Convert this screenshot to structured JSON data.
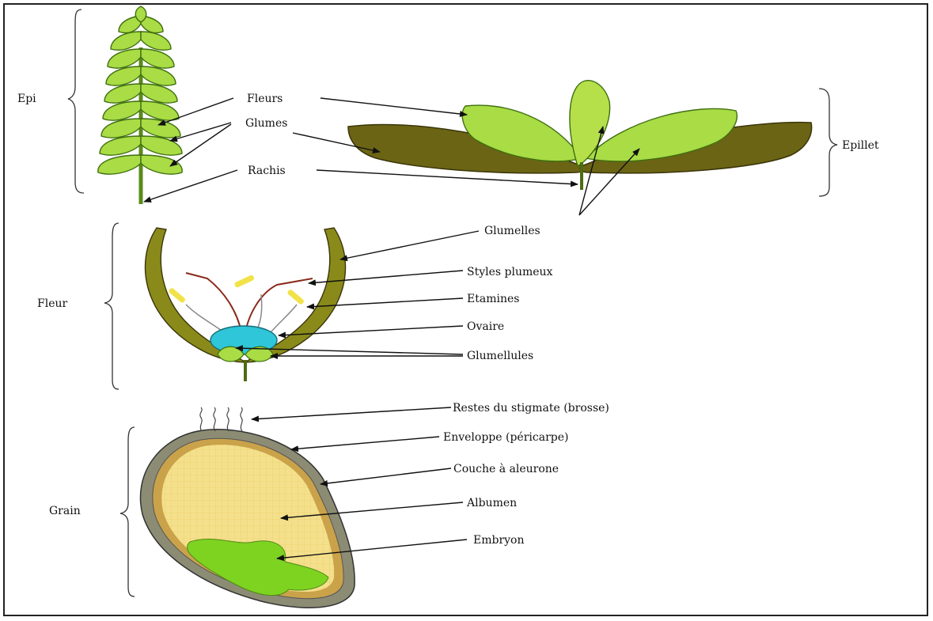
{
  "sections": {
    "epi": "Epi",
    "epillet": "Epillet",
    "fleur": "Fleur",
    "grain": "Grain"
  },
  "labels": {
    "fleurs": "Fleurs",
    "glumes": "Glumes",
    "rachis": "Rachis",
    "glumelles": "Glumelles",
    "styles_plumeux": "Styles plumeux",
    "etamines": "Etamines",
    "ovaire": "Ovaire",
    "glumellules": "Glumellules",
    "restes_stigmate": "Restes du stigmate (brosse)",
    "enveloppe": "Enveloppe (péricarpe)",
    "couche_aleurone": "Couche à aleurone",
    "albumen": "Albumen",
    "embryon": "Embryon"
  },
  "colors": {
    "light_green": "#9fd33a",
    "leaf_green": "#b5e04a",
    "olive": "#6b6414",
    "ovary_blue": "#2ec6d8",
    "albumen_yellow": "#f4e08c",
    "style_red": "#8b2a1a",
    "anther_yellow": "#f2e24a",
    "embryo_green": "#7ed321"
  }
}
